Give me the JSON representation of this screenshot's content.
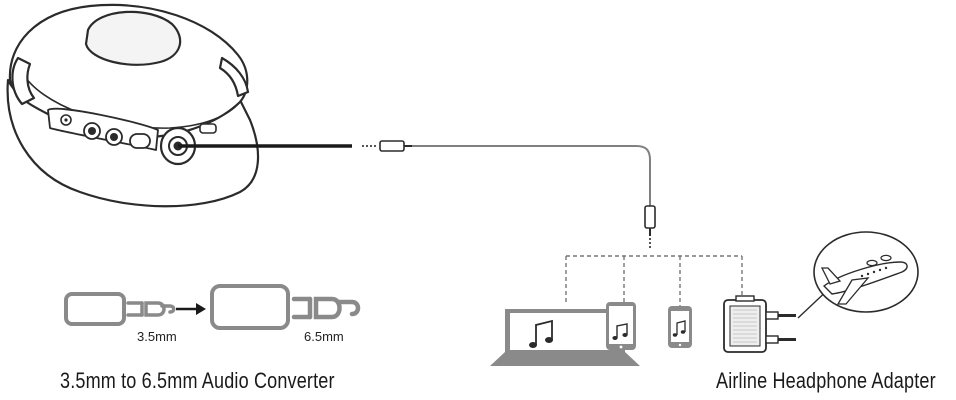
{
  "converter": {
    "small_label": "3.5mm",
    "large_label": "6.5mm",
    "caption": "3.5mm to 6.5mm Audio Converter"
  },
  "airline": {
    "caption": "Airline Headphone Adapter"
  },
  "colors": {
    "outline": "#2b2b2b",
    "cable": "#808080",
    "adapter_gray": "#8a8a8a"
  },
  "icons": [
    "headphone-earcup-icon",
    "aux-cable-icon",
    "laptop-icon",
    "tablet-icon",
    "smartphone-icon",
    "airline-adapter-icon",
    "airplane-icon",
    "music-note-icon"
  ]
}
